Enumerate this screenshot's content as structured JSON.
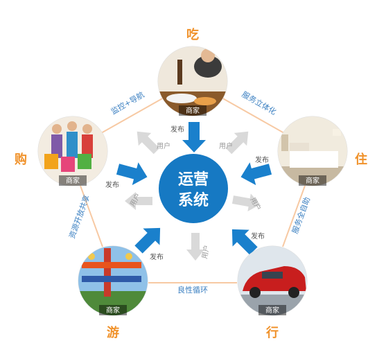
{
  "center": {
    "line1": "运营",
    "line2": "系统"
  },
  "colors": {
    "center_fill": "#1679c3",
    "arrow_blue": "#1a80cc",
    "arrow_gray": "#d9d9d9",
    "category_orange": "#f0922b",
    "edge_line": "#f7c9a3",
    "edge_text": "#3a7fc1",
    "publish_text": "#555555",
    "user_text": "#9a9a9a"
  },
  "nodes": [
    {
      "key": "eat",
      "category": "吃",
      "merchant": "商家"
    },
    {
      "key": "stay",
      "category": "住",
      "merchant": "商家"
    },
    {
      "key": "travel",
      "category": "行",
      "merchant": "商家"
    },
    {
      "key": "play",
      "category": "游",
      "merchant": "商家"
    },
    {
      "key": "shop",
      "category": "购",
      "merchant": "商家"
    }
  ],
  "edges": [
    {
      "label": "服务立体化"
    },
    {
      "label": "服务全自助"
    },
    {
      "label": "良性循环"
    },
    {
      "label": "资源开放共享"
    },
    {
      "label": "监控+导航"
    }
  ],
  "publish_label": "发布",
  "user_label": "用户"
}
